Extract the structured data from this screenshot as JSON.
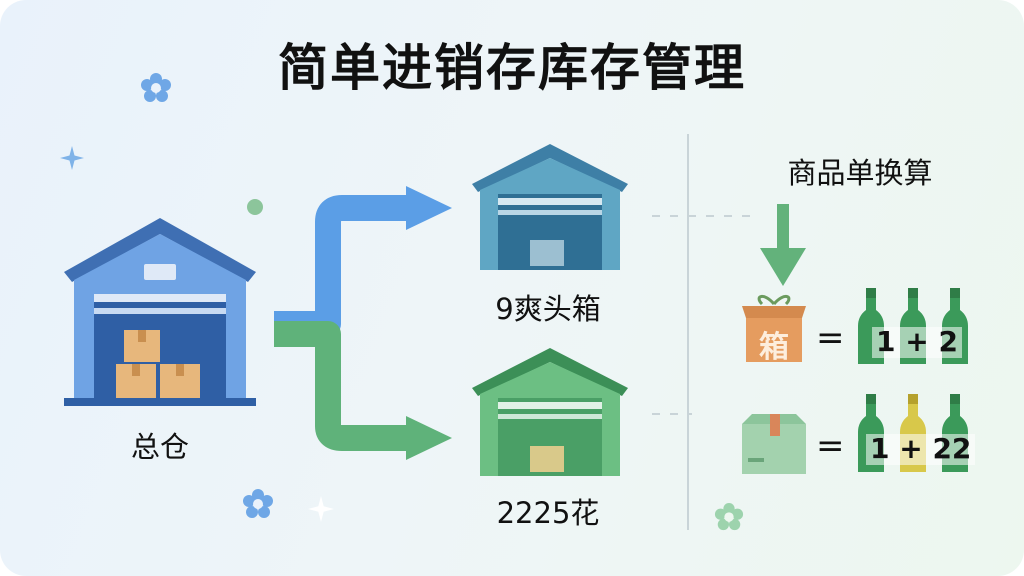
{
  "title": "简单进销存库存管理",
  "warehouses": {
    "main": {
      "label": "总仓"
    },
    "blue": {
      "label": "9爽头箱"
    },
    "green": {
      "label": "2225花"
    }
  },
  "conversion": {
    "title": "商品单换算",
    "row1": {
      "unit_label": "箱",
      "equals": "=",
      "quantity": "1 + 2"
    },
    "row2": {
      "equals": "=",
      "quantity": "1 + 22"
    }
  },
  "colors": {
    "blue_flow": "#5b9ee6",
    "green_flow": "#5fb27a",
    "warehouse_blue": "#4f8ad6",
    "warehouse_teal": "#4f95b5",
    "warehouse_green": "#4fa26b",
    "bottle_green": "#3b9a5a",
    "bottle_yellow": "#d8c84a"
  },
  "icons": [
    "warehouse-icon",
    "box-icon",
    "gift-box-icon",
    "bottle-icon",
    "arrow-right-icon",
    "arrow-down-icon",
    "sparkle-icon",
    "flower-icon"
  ]
}
